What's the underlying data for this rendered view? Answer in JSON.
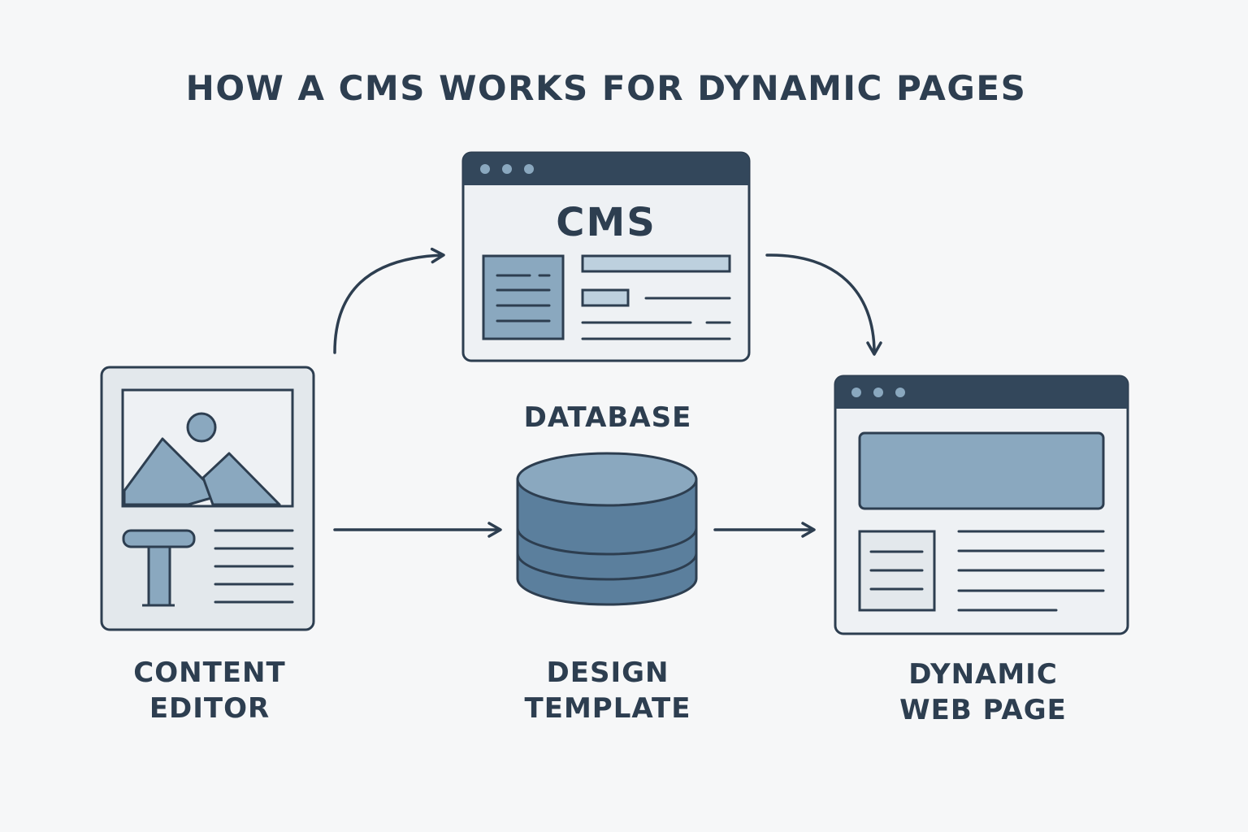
{
  "title": "HOW A CMS WORKS FOR DYNAMIC PAGES",
  "cms": {
    "label": "CMS"
  },
  "database": {
    "label": "DATABASE"
  },
  "content_editor": {
    "line1": "CONTENT",
    "line2": "EDITOR"
  },
  "design_template": {
    "line1": "DESIGN",
    "line2": "TEMPLATE"
  },
  "dynamic_page": {
    "line1": "DYNAMIC",
    "line2": "WEB PAGE"
  },
  "colors": {
    "ink": "#2d3e50",
    "panel": "#e3e8ec",
    "panel_light": "#eef1f4",
    "accent": "#8aa8bf",
    "accent_dark": "#5b7f9d",
    "accent_light": "#bdd0de",
    "titlebar": "#33475b"
  },
  "icons": [
    "image-icon",
    "text-cursor-icon",
    "database-icon",
    "browser-window-icon",
    "arrow-icon"
  ]
}
